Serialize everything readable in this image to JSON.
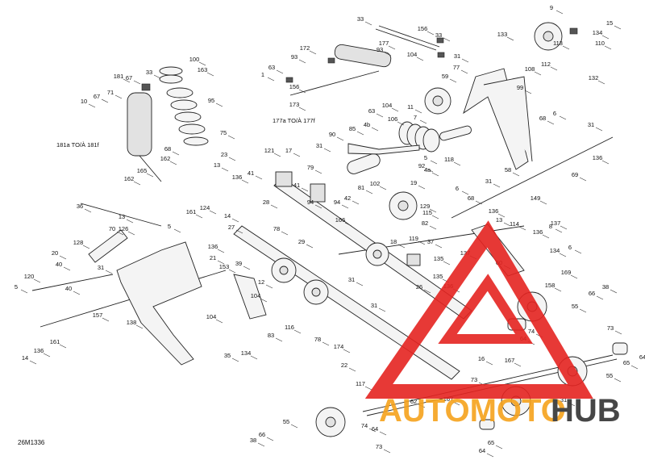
{
  "diagram_ref": "26M1336",
  "annotations": {
    "a181": "181a TO/À 181f",
    "a177": "177a TO/À 177f"
  },
  "watermark": {
    "word_left": "AUTOMOTO",
    "word_right": "HUB",
    "color_red": "#e52421",
    "color_orange": "#f6a21c",
    "color_dark": "#333333"
  },
  "labels": [
    {
      "id": "l1",
      "text": "33"
    },
    {
      "id": "l2",
      "text": "156"
    },
    {
      "id": "l3",
      "text": "33"
    },
    {
      "id": "l4",
      "text": "9"
    },
    {
      "id": "l5",
      "text": "15"
    },
    {
      "id": "l6",
      "text": "134"
    },
    {
      "id": "l7",
      "text": "110"
    },
    {
      "id": "l8",
      "text": "113"
    },
    {
      "id": "l9",
      "text": "172"
    },
    {
      "id": "l10",
      "text": "177"
    },
    {
      "id": "l11",
      "text": "31"
    },
    {
      "id": "l12",
      "text": "133"
    },
    {
      "id": "l13",
      "text": "100"
    },
    {
      "id": "l14",
      "text": "93"
    },
    {
      "id": "l15",
      "text": "104"
    },
    {
      "id": "l16",
      "text": "77"
    },
    {
      "id": "l17",
      "text": "112"
    },
    {
      "id": "l18",
      "text": "181"
    },
    {
      "id": "l19",
      "text": "33"
    },
    {
      "id": "l20",
      "text": "67"
    },
    {
      "id": "l21",
      "text": "163"
    },
    {
      "id": "l22",
      "text": "63"
    },
    {
      "id": "l23",
      "text": "93"
    },
    {
      "id": "l24",
      "text": "59"
    },
    {
      "id": "l25",
      "text": "108"
    },
    {
      "id": "l26",
      "text": "1"
    },
    {
      "id": "l27",
      "text": "156"
    },
    {
      "id": "l28",
      "text": "132"
    },
    {
      "id": "l29",
      "text": "67"
    },
    {
      "id": "l30",
      "text": "71"
    },
    {
      "id": "l31",
      "text": "10"
    },
    {
      "id": "l32",
      "text": "95"
    },
    {
      "id": "l33",
      "text": "173"
    },
    {
      "id": "l34",
      "text": "11"
    },
    {
      "id": "l35",
      "text": "99"
    },
    {
      "id": "l36",
      "text": "104"
    },
    {
      "id": "l37",
      "text": "63"
    },
    {
      "id": "l38",
      "text": "85"
    },
    {
      "id": "l39",
      "text": "106"
    },
    {
      "id": "l40",
      "text": "7"
    },
    {
      "id": "l41",
      "text": "75"
    },
    {
      "id": "l42",
      "text": "90"
    },
    {
      "id": "l43",
      "text": "4b"
    },
    {
      "id": "l44",
      "text": "68"
    },
    {
      "id": "l45",
      "text": "6"
    },
    {
      "id": "l46",
      "text": "31"
    },
    {
      "id": "l47",
      "text": "68"
    },
    {
      "id": "l48",
      "text": "162"
    },
    {
      "id": "l49",
      "text": "23"
    },
    {
      "id": "l50",
      "text": "31"
    },
    {
      "id": "l51",
      "text": "121"
    },
    {
      "id": "l52",
      "text": "17"
    },
    {
      "id": "l53",
      "text": "118"
    },
    {
      "id": "l54",
      "text": "5"
    },
    {
      "id": "l55",
      "text": "136"
    },
    {
      "id": "l56",
      "text": "13"
    },
    {
      "id": "l57",
      "text": "165"
    },
    {
      "id": "l58",
      "text": "136"
    },
    {
      "id": "l59",
      "text": "4a"
    },
    {
      "id": "l60",
      "text": "92"
    },
    {
      "id": "l61",
      "text": "58"
    },
    {
      "id": "l62",
      "text": "69"
    },
    {
      "id": "l63",
      "text": "162"
    },
    {
      "id": "l64",
      "text": "41"
    },
    {
      "id": "l65",
      "text": "79"
    },
    {
      "id": "l66",
      "text": "102"
    },
    {
      "id": "l67",
      "text": "41"
    },
    {
      "id": "l68",
      "text": "28"
    },
    {
      "id": "l69",
      "text": "81"
    },
    {
      "id": "l70",
      "text": "19"
    },
    {
      "id": "l71",
      "text": "6"
    },
    {
      "id": "l72",
      "text": "68"
    },
    {
      "id": "l73",
      "text": "31"
    },
    {
      "id": "l74",
      "text": "42"
    },
    {
      "id": "l75",
      "text": "149"
    },
    {
      "id": "l76",
      "text": "94"
    },
    {
      "id": "l77",
      "text": "94"
    },
    {
      "id": "l78",
      "text": "129"
    },
    {
      "id": "l79",
      "text": "36"
    },
    {
      "id": "l80",
      "text": "124"
    },
    {
      "id": "l81",
      "text": "13"
    },
    {
      "id": "l82",
      "text": "78"
    },
    {
      "id": "l83",
      "text": "166"
    },
    {
      "id": "l84",
      "text": "82"
    },
    {
      "id": "l85",
      "text": "115"
    },
    {
      "id": "l86",
      "text": "136"
    },
    {
      "id": "l87",
      "text": "13"
    },
    {
      "id": "l88",
      "text": "114"
    },
    {
      "id": "l89",
      "text": "161"
    },
    {
      "id": "l90",
      "text": "14"
    },
    {
      "id": "l91",
      "text": "27"
    },
    {
      "id": "l92",
      "text": "5"
    },
    {
      "id": "l93",
      "text": "8"
    },
    {
      "id": "l94",
      "text": "137"
    },
    {
      "id": "l95",
      "text": "136"
    },
    {
      "id": "l96",
      "text": "70"
    },
    {
      "id": "l97",
      "text": "126"
    },
    {
      "id": "l98",
      "text": "128"
    },
    {
      "id": "l99",
      "text": "136"
    },
    {
      "id": "l100",
      "text": "21"
    },
    {
      "id": "l101",
      "text": "29"
    },
    {
      "id": "l102",
      "text": "18"
    },
    {
      "id": "l103",
      "text": "119"
    },
    {
      "id": "l104",
      "text": "37"
    },
    {
      "id": "l105",
      "text": "20"
    },
    {
      "id": "l106",
      "text": "40"
    },
    {
      "id": "l107",
      "text": "135"
    },
    {
      "id": "l108",
      "text": "153"
    },
    {
      "id": "l109",
      "text": "39"
    },
    {
      "id": "l110",
      "text": "137"
    },
    {
      "id": "l111",
      "text": "60"
    },
    {
      "id": "l112",
      "text": "134"
    },
    {
      "id": "l113",
      "text": "6"
    },
    {
      "id": "l114",
      "text": "31"
    },
    {
      "id": "l115",
      "text": "120"
    },
    {
      "id": "l116",
      "text": "135"
    },
    {
      "id": "l117",
      "text": "169"
    },
    {
      "id": "l118",
      "text": "12"
    },
    {
      "id": "l119",
      "text": "31"
    },
    {
      "id": "l120",
      "text": "26"
    },
    {
      "id": "l121",
      "text": "136"
    },
    {
      "id": "l122",
      "text": "158"
    },
    {
      "id": "l123",
      "text": "38"
    },
    {
      "id": "l124",
      "text": "40"
    },
    {
      "id": "l125",
      "text": "5"
    },
    {
      "id": "l126",
      "text": "104"
    },
    {
      "id": "l127",
      "text": "66"
    },
    {
      "id": "l128",
      "text": "31"
    },
    {
      "id": "l129",
      "text": "157"
    },
    {
      "id": "l130",
      "text": "55"
    },
    {
      "id": "l131",
      "text": "73"
    },
    {
      "id": "l132",
      "text": "138"
    },
    {
      "id": "l133",
      "text": "104"
    },
    {
      "id": "l134",
      "text": "83"
    },
    {
      "id": "l135",
      "text": "116"
    },
    {
      "id": "l136",
      "text": "161"
    },
    {
      "id": "l137",
      "text": "136"
    },
    {
      "id": "l138",
      "text": "14"
    },
    {
      "id": "l139",
      "text": "35"
    },
    {
      "id": "l140",
      "text": "134"
    },
    {
      "id": "l141",
      "text": "78"
    },
    {
      "id": "l142",
      "text": "174"
    },
    {
      "id": "l143",
      "text": "64"
    },
    {
      "id": "l144",
      "text": "74"
    },
    {
      "id": "l145",
      "text": "16"
    },
    {
      "id": "l146",
      "text": "167"
    },
    {
      "id": "l147",
      "text": "64"
    },
    {
      "id": "l148",
      "text": "65"
    },
    {
      "id": "l149",
      "text": "22"
    },
    {
      "id": "l150",
      "text": "117"
    },
    {
      "id": "l151",
      "text": "73"
    },
    {
      "id": "l152",
      "text": "55"
    },
    {
      "id": "l153",
      "text": "167"
    },
    {
      "id": "l154",
      "text": "62"
    },
    {
      "id": "l155",
      "text": "31"
    },
    {
      "id": "l156",
      "text": "55"
    },
    {
      "id": "l157",
      "text": "74"
    },
    {
      "id": "l158",
      "text": "64"
    },
    {
      "id": "l159",
      "text": "38"
    },
    {
      "id": "l160",
      "text": "66"
    },
    {
      "id": "l161",
      "text": "65"
    },
    {
      "id": "l162",
      "text": "73"
    },
    {
      "id": "l163",
      "text": "64"
    }
  ]
}
